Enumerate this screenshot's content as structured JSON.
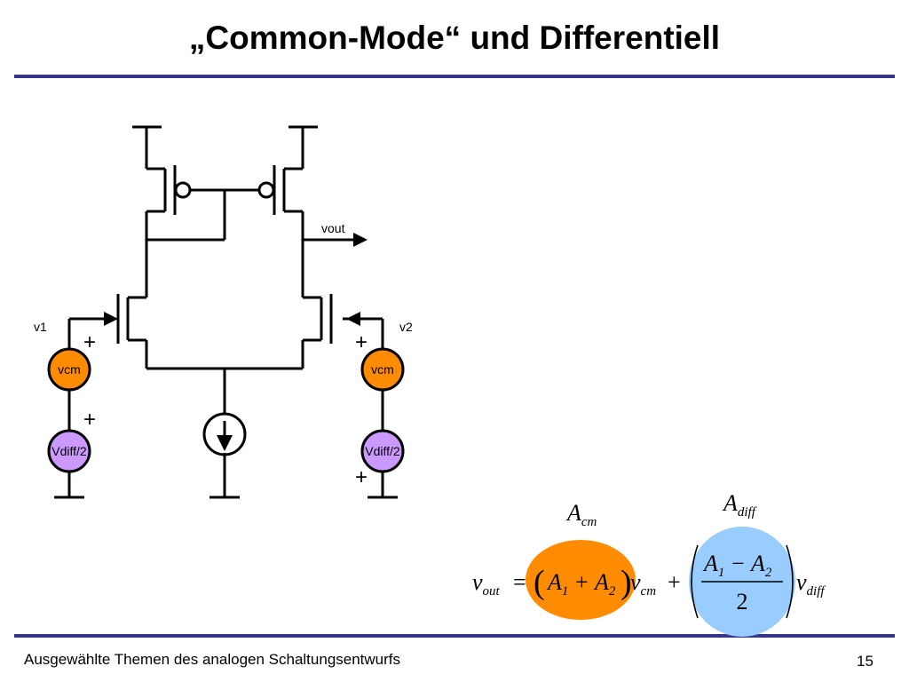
{
  "slide": {
    "title": "„Common-Mode“ und Differentiell",
    "footer": "Ausgewählte Themen des analogen Schaltungsentwurfs",
    "page_number": "15"
  },
  "colors": {
    "rule": "#34348a",
    "vcm_source": "#ff8c00",
    "vdiff_source": "#cc99ff",
    "acm_ellipse": "#ff8c00",
    "adiff_ellipse": "#99ccff"
  },
  "circuit": {
    "v1_label": "v1",
    "v2_label": "v2",
    "vout_label": "vout",
    "vcm_left": "vcm",
    "vcm_right": "vcm",
    "vdiff_left": "Vdiff/2",
    "vdiff_right": "Vdiff/2",
    "plus": "+"
  },
  "equation": {
    "acm_label": {
      "A": "A",
      "sub": "cm"
    },
    "adiff_label": {
      "A": "A",
      "sub": "diff"
    },
    "vout": {
      "v": "v",
      "sub": "out"
    },
    "equals": "=",
    "lparen": "(",
    "rparen": ")",
    "A1": {
      "A": "A",
      "sub": "1"
    },
    "plus": "+",
    "A2": {
      "A": "A",
      "sub": "2"
    },
    "vcm": {
      "v": "v",
      "sub": "cm"
    },
    "minus": "−",
    "denominator": "2",
    "vdiff": {
      "v": "v",
      "sub": "diff"
    }
  }
}
